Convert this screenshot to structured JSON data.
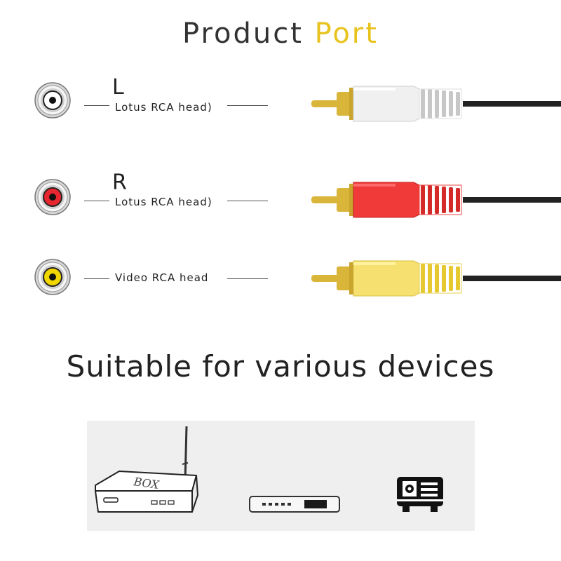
{
  "header": {
    "title_part1": "Product",
    "title_part2": "Port"
  },
  "ports": [
    {
      "letter": "L",
      "description": "Lotus RCA head)",
      "jack_color": "#1a1a1a",
      "plug_color": "white"
    },
    {
      "letter": "R",
      "description": "Lotus RCA head)",
      "jack_color": "#e8262f",
      "plug_color": "red"
    },
    {
      "letter": "",
      "description": "Video RCA head",
      "jack_color": "#f2d600",
      "plug_color": "yellow"
    }
  ],
  "devices_section": {
    "heading": "Suitable for various devices",
    "box_label": "BOX"
  },
  "colors": {
    "accent": "#e8c21d",
    "white_plug": "#f0f0f0",
    "red_plug": "#f03a3a",
    "yellow_plug": "#f5e070",
    "gold_pin": "#d9b53a",
    "cable": "#222222"
  }
}
